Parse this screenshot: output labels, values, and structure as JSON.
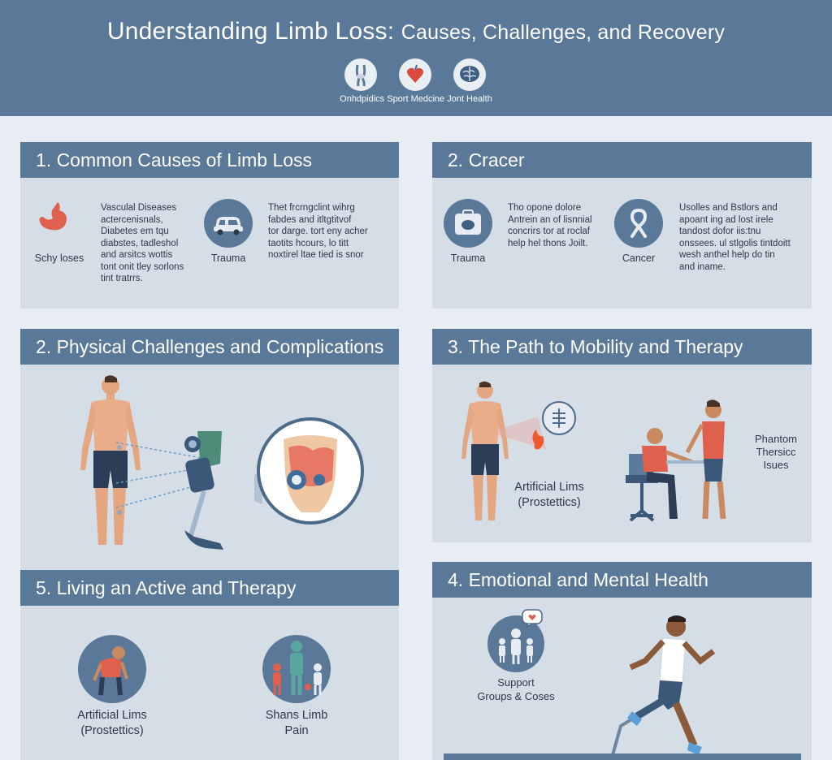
{
  "header": {
    "title_main": "Understanding Limb Loss:",
    "title_sub": "Causes, Challenges, and Recovery",
    "icon_caption": "Onhdpidics Sport Medcine  Jont Health",
    "icons": [
      "knee-joint-icon",
      "heart-icon",
      "brain-icon"
    ]
  },
  "causes": {
    "heading": "1. Common Causes of Limb Loss",
    "item1_label": "Schy loses",
    "item1_text": [
      "Vasculal Diseases",
      "actercenisnals,",
      "Diabetes em tqu",
      "diabstes, tadleshol",
      "and arsitcs wottis",
      "tont onit tley sorlons",
      "tint tratrrs."
    ],
    "item2_label": "Trauma",
    "item2_text": [
      "Thet frcrngclint wihrg",
      "fabdes and itltgtitvof",
      "tor darge. tort eny acher",
      "taotits hcours, lo titt",
      "noxtirel ltae tied is snor"
    ]
  },
  "cancer": {
    "heading": "2. Cracer",
    "item1_label": "Trauma",
    "item1_text": [
      "Tho opone dolore",
      "Antrein an of lisnnial",
      "concrirs tor at roclaf",
      "help hel thons Joilt."
    ],
    "item2_label": "Cancer",
    "item2_text": [
      "Usolles and Bstlors and",
      "apoant ing ad lost irele",
      "tandost dofor iis:tnu",
      "onssees. ul stlgolis tintdoitt",
      "wesh anthel help do tin",
      "and iname."
    ]
  },
  "physical": {
    "heading": "2. Physical Challenges and Complications"
  },
  "mobility": {
    "heading": "3. The Path to Mobility and Therapy",
    "prosthetics_label": [
      "Artificial Lims",
      "(Prostettics)"
    ],
    "phantom_label": [
      "Phantom",
      "Thersicc",
      "Isues"
    ]
  },
  "living": {
    "heading": "5. Living an  Active and Therapy",
    "item1_label": [
      "Artificial Lims",
      "(Prostettics)"
    ],
    "item2_label": [
      "Shans Limb",
      "Pain"
    ]
  },
  "emotional": {
    "heading": "4. Emotional and Mental Health",
    "support_label": [
      "Support",
      "Groups & Coses"
    ]
  },
  "colors": {
    "header": "#5a7898",
    "panel": "#d5dde6",
    "page": "#e7edf3",
    "accent_red": "#e05a4a"
  }
}
